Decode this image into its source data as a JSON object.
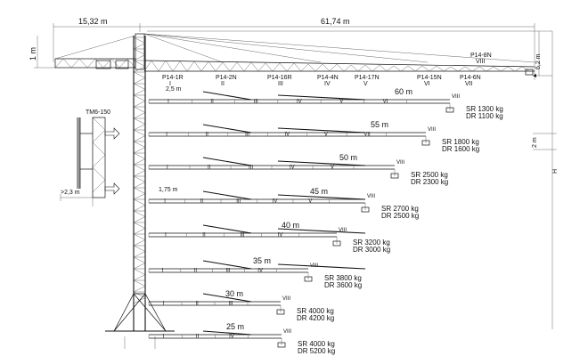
{
  "dimensions": {
    "counter_jib": "15,32  m",
    "jib": "61,74  m",
    "tip_height": "1 m",
    "top_height": "6,2 m",
    "right_small": "2 m",
    "height_symbol": "H",
    "base_offset": "2,5 m",
    "tower_diameter": "1,75 m",
    "side_clearance": ">2,3 m"
  },
  "tower_section_label": "TM6-150",
  "top_tip": {
    "label": "P14-8N",
    "section": "VIII"
  },
  "top_sections": [
    {
      "code": "P14-1R",
      "roman": "I"
    },
    {
      "code": "P14-2N",
      "roman": "II"
    },
    {
      "code": "P14-16R",
      "roman": "III"
    },
    {
      "code": "P14-4N",
      "roman": "IV"
    },
    {
      "code": "P14-17N",
      "roman": "V"
    },
    {
      "code": "P14-15N",
      "roman": "VI"
    },
    {
      "code": "P14-6N",
      "roman": "VII"
    }
  ],
  "configs": [
    {
      "length": "60  m",
      "sections": [
        "I",
        "II",
        "III",
        "IV",
        "V",
        "VI",
        "VIII"
      ],
      "sr": "SR  1300 kg",
      "dr": "DR  1100 kg"
    },
    {
      "length": "55  m",
      "sections": [
        "I",
        "II",
        "III",
        "IV",
        "V",
        "VII",
        "VIII"
      ],
      "sr": "SR  1800 kg",
      "dr": "DR  1600 kg"
    },
    {
      "length": "50  m",
      "sections": [
        "I",
        "II",
        "III",
        "IV",
        "V",
        "VIII"
      ],
      "sr": "SR  2500 kg",
      "dr": "DR  2300 kg"
    },
    {
      "length": "45  m",
      "sections": [
        "I",
        "II",
        "III",
        "IV",
        "V",
        "VIII"
      ],
      "sr": "SR  2700 kg",
      "dr": "DR  2500 kg"
    },
    {
      "length": "40  m",
      "sections": [
        "I",
        "II",
        "III",
        "IV",
        "VIII"
      ],
      "sr": "SR  3200 kg",
      "dr": "DR  3000 kg"
    },
    {
      "length": "35  m",
      "sections": [
        "I",
        "II",
        "III",
        "IV",
        "VIII"
      ],
      "sr": "SR  3800 kg",
      "dr": "DR  3600 kg"
    },
    {
      "length": "30  m",
      "sections": [
        "I",
        "II",
        "III",
        "VIII"
      ],
      "sr": "SR  4000 kg",
      "dr": "DR  4200 kg"
    },
    {
      "length": "25  m",
      "sections": [
        "I",
        "II",
        "IV",
        "VIII"
      ],
      "sr": "SR  4000 kg",
      "dr": "DR  5200 kg"
    }
  ]
}
